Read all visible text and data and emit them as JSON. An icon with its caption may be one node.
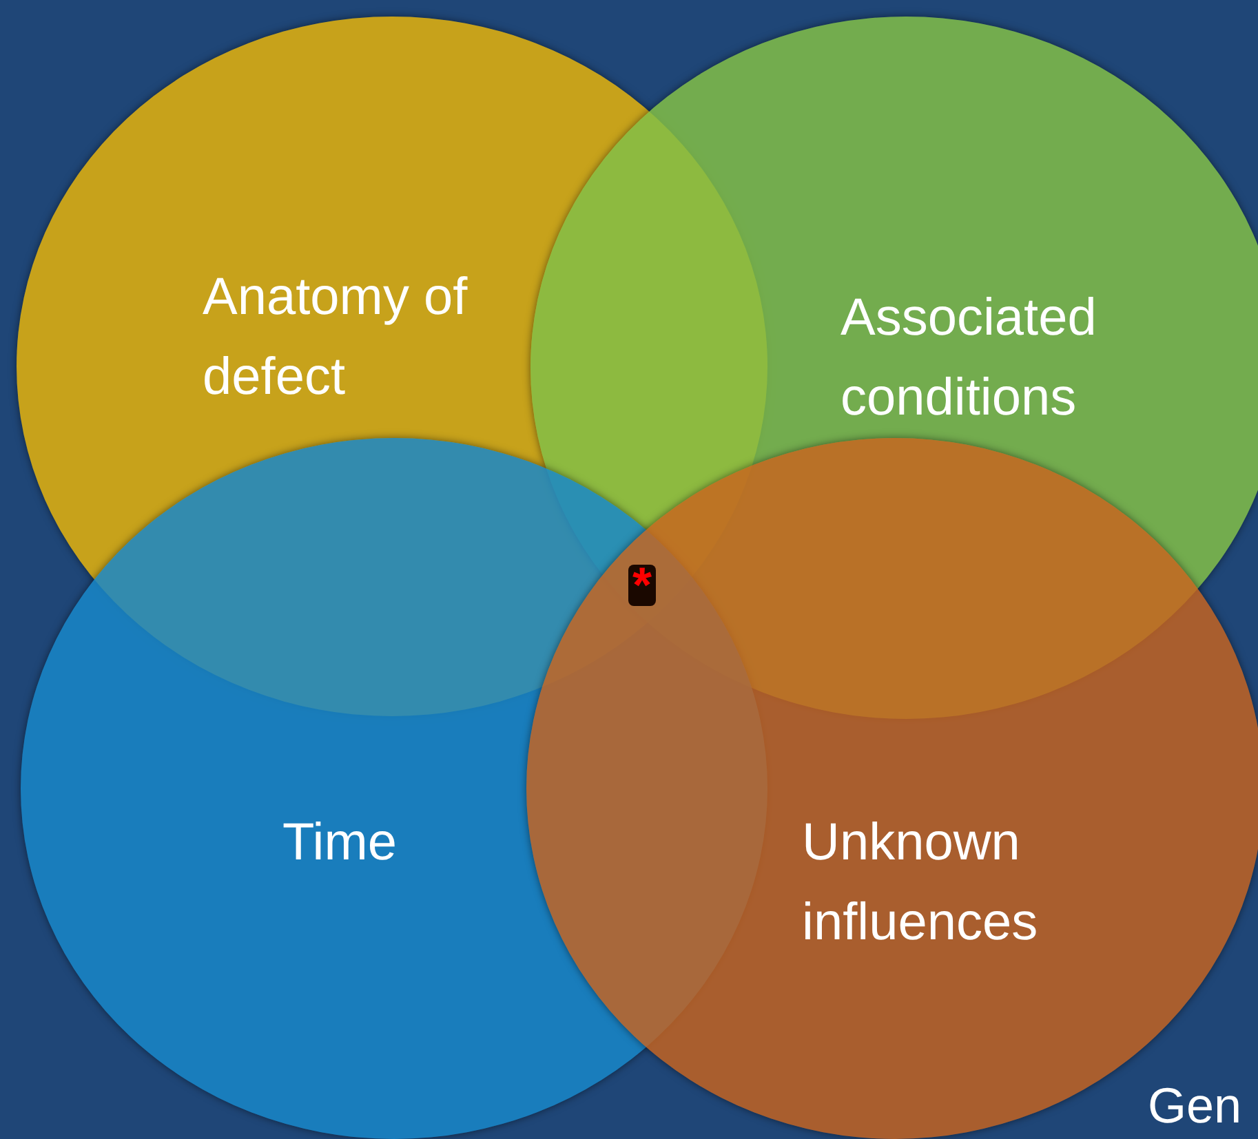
{
  "diagram": {
    "nodes": [
      {
        "text": [
          "Anatomy of defect"
        ]
      },
      {
        "text": [
          "Associated conditions"
        ]
      },
      {
        "text": [
          "Time"
        ]
      },
      {
        "text": [
          "Unknown influences"
        ]
      }
    ],
    "labels": [
      "*",
      "Gen"
    ]
  }
}
